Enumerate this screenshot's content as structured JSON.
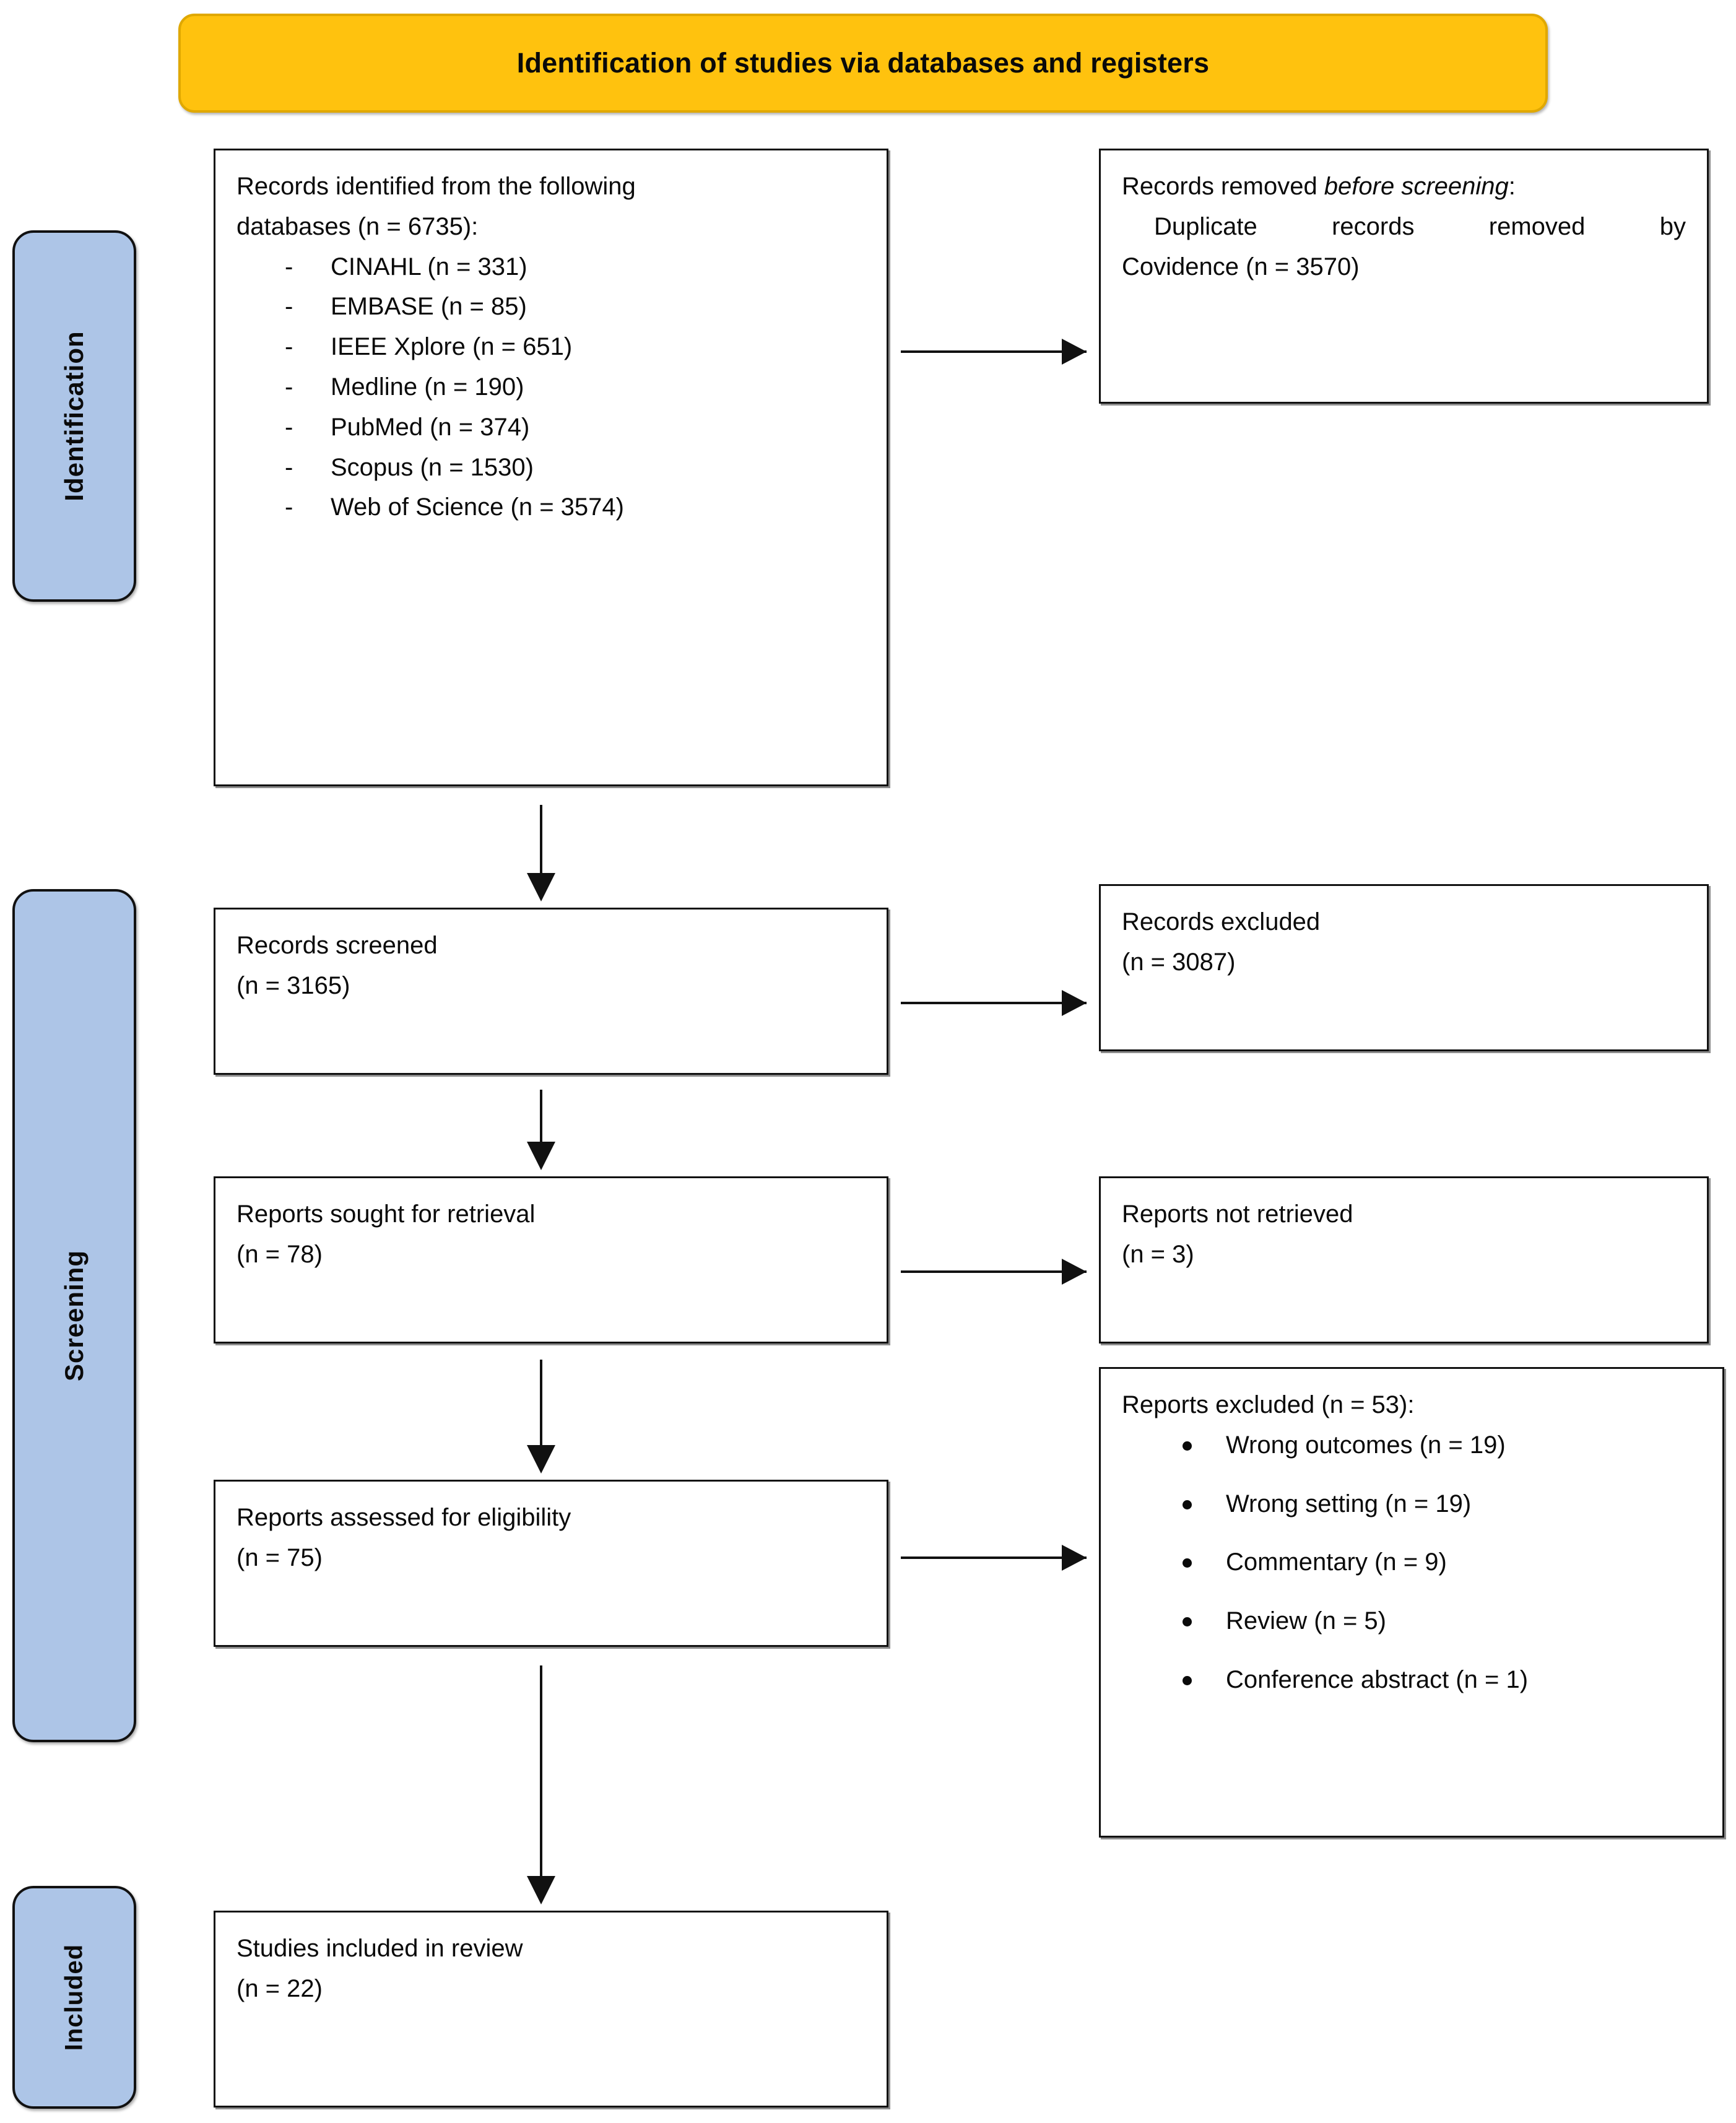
{
  "banner": {
    "title": "Identification of studies via databases and registers"
  },
  "stages": {
    "identification": "Identification",
    "screening": "Screening",
    "included": "Included"
  },
  "boxes": {
    "identified": {
      "lead_line1": "Records identified from the following",
      "lead_line2": "databases (n = 6735):",
      "databases": [
        "CINAHL (n = 331)",
        "EMBASE (n = 85)",
        "IEEE Xplore (n = 651)",
        "Medline (n = 190)",
        "PubMed (n = 374)",
        "Scopus (n = 1530)",
        "Web of Science (n = 3574)"
      ]
    },
    "removed_before_screening": {
      "line1_prefix": "Records removed ",
      "line1_italic": "before screening",
      "line1_suffix": ":",
      "line2": "Duplicate records removed by",
      "line3": "Covidence (n = 3570)"
    },
    "records_screened": {
      "label": "Records screened",
      "count": "(n = 3165)"
    },
    "records_excluded": {
      "label": "Records excluded",
      "count": "(n = 3087)"
    },
    "reports_sought": {
      "label": "Reports sought for retrieval",
      "count": "(n = 78)"
    },
    "reports_not_retrieved": {
      "label": "Reports not retrieved",
      "count": "(n = 3)"
    },
    "reports_assessed": {
      "label": "Reports assessed for eligibility",
      "count": "(n = 75)"
    },
    "reports_excluded": {
      "heading": "Reports excluded (n = 53):",
      "reasons": [
        "Wrong outcomes (n = 19)",
        "Wrong setting (n = 19)",
        "Commentary (n = 9)",
        "Review (n = 5)",
        "Conference abstract (n = 1)"
      ]
    },
    "studies_included": {
      "label": "Studies included in review",
      "count": "(n = 22)"
    }
  },
  "colors": {
    "banner_fill": "#FFC20E",
    "banner_border": "#E0A800",
    "stage_fill": "#ADC5E7",
    "stage_border": "#111111",
    "box_border": "#111111",
    "text": "#0a0a0a"
  }
}
